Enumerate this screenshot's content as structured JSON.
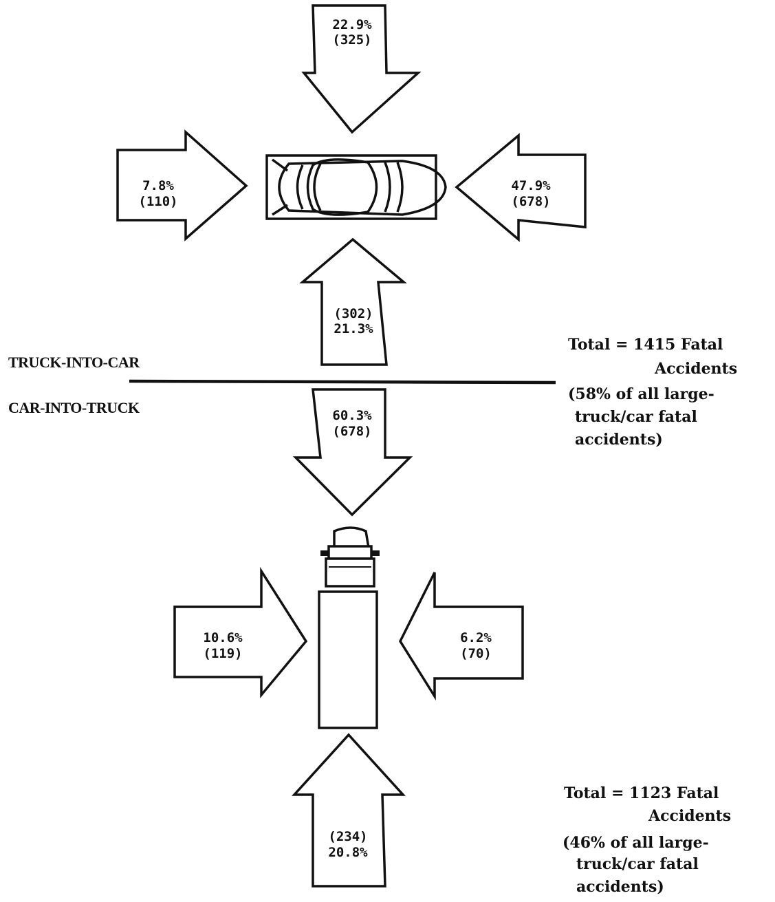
{
  "section_labels": {
    "truck_into_car": "TRUCK-INTO-CAR",
    "car_into_truck": "CAR-INTO-TRUCK"
  },
  "truck_into_car": {
    "front": {
      "pct": "22.9%",
      "count": "(325)"
    },
    "left": {
      "pct": "7.8%",
      "count": "(110)"
    },
    "right": {
      "pct": "47.9%",
      "count": "(678)"
    },
    "rear": {
      "count": "(302)",
      "pct": "21.3%"
    },
    "total": {
      "line1": "Total = 1415 Fatal",
      "line2": "Accidents",
      "line3": "(58% of all large-",
      "line4": "truck/car fatal",
      "line5": "accidents)"
    }
  },
  "car_into_truck": {
    "front": {
      "pct": "60.3%",
      "count": "(678)"
    },
    "left": {
      "pct": "10.6%",
      "count": "(119)"
    },
    "right": {
      "pct": "6.2%",
      "count": "(70)"
    },
    "rear": {
      "count": "(234)",
      "pct": "20.8%"
    },
    "total": {
      "line1": "Total = 1123 Fatal",
      "line2": "Accidents",
      "line3": "(46% of all large-",
      "line4": "truck/car fatal",
      "line5": "accidents)"
    }
  }
}
